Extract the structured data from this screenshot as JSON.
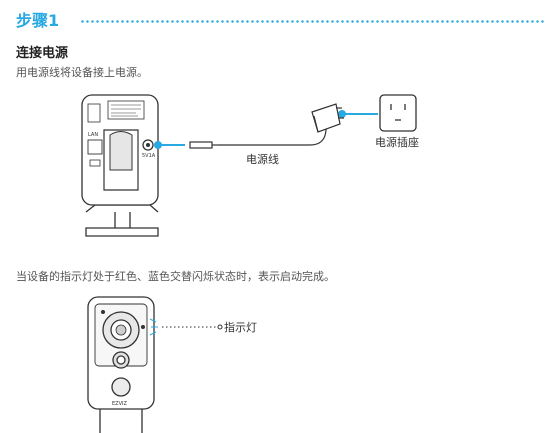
{
  "step": {
    "title": "步骤1"
  },
  "section": {
    "title": "连接电源",
    "description": "用电源线将设备接上电源。"
  },
  "diagram1": {
    "cable_label": "电源线",
    "outlet_label": "电源插座",
    "port_text": "5V1A",
    "side_text": "LAN"
  },
  "note": "当设备的指示灯处于红色、蓝色交替闪烁状态时，表示启动完成。",
  "diagram2": {
    "indicator_label": "指示灯",
    "brand_text": "EZVIZ"
  },
  "colors": {
    "accent": "#29a9e1",
    "line": "#333333"
  }
}
